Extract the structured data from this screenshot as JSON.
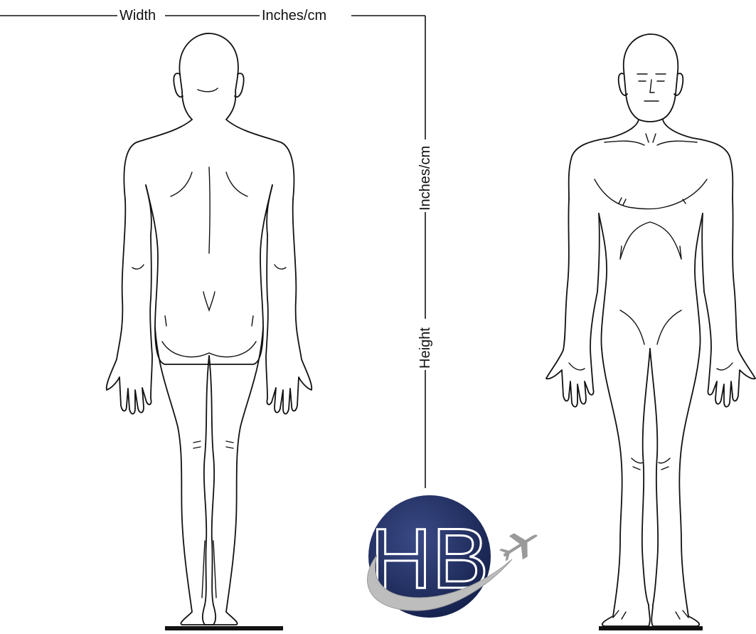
{
  "labels": {
    "width": "Width",
    "inches_top": "Inches/cm",
    "inches_side": "Inches/cm",
    "height": "Height"
  },
  "logo": {
    "text": "HB",
    "circle_color": "#1c2a5c",
    "swoosh_color": "#b8b8b8",
    "plane_color": "#9a9a9a"
  },
  "colors": {
    "line": "#111111",
    "background": "#ffffff"
  }
}
